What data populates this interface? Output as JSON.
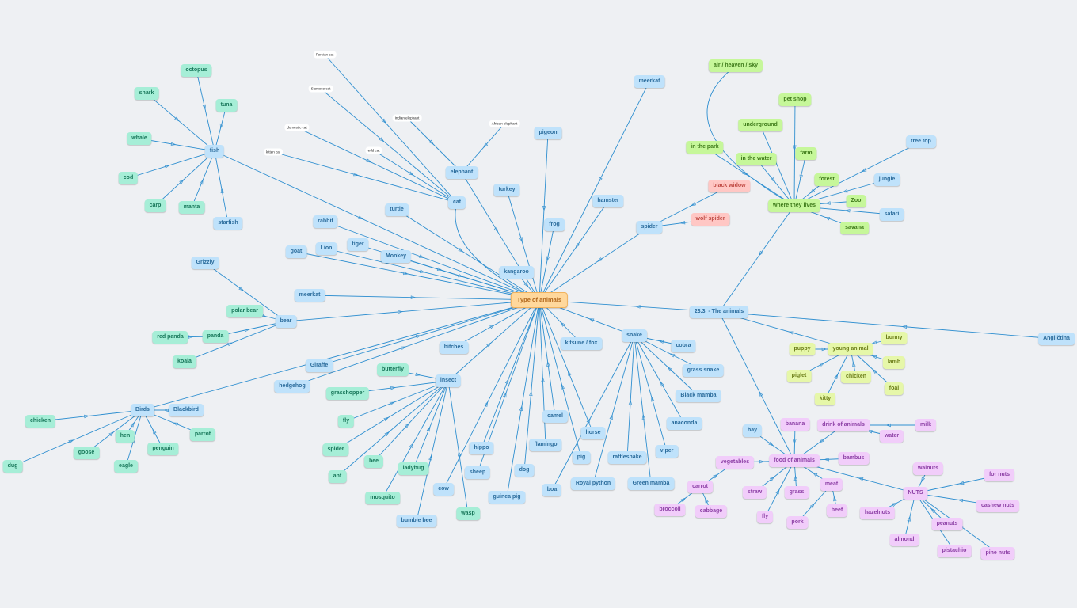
{
  "colors": {
    "line": "#2f8fd0",
    "background": "#eef0f3"
  },
  "nodes": [
    {
      "id": "root",
      "label": "Type of animals",
      "style": "root"
    },
    {
      "id": "topic",
      "label": "23.3. - The animals",
      "style": "blue"
    },
    {
      "id": "angl",
      "label": "Angličtina",
      "style": "blue"
    },
    {
      "id": "fish",
      "label": "fish",
      "style": "blue"
    },
    {
      "id": "octopus",
      "label": "octopus",
      "style": "teal"
    },
    {
      "id": "shark",
      "label": "shark",
      "style": "teal"
    },
    {
      "id": "tuna",
      "label": "tuna",
      "style": "teal"
    },
    {
      "id": "whale",
      "label": "whale",
      "style": "teal"
    },
    {
      "id": "cod",
      "label": "cod",
      "style": "teal"
    },
    {
      "id": "carp",
      "label": "carp",
      "style": "teal"
    },
    {
      "id": "manta",
      "label": "manta",
      "style": "teal"
    },
    {
      "id": "starfish",
      "label": "starfish",
      "style": "blue"
    },
    {
      "id": "cat",
      "label": "cat",
      "style": "blue"
    },
    {
      "id": "persian",
      "label": "Persian cat",
      "style": "white"
    },
    {
      "id": "siamese",
      "label": "Siamese cat",
      "style": "white"
    },
    {
      "id": "domestic",
      "label": "domestic cat",
      "style": "white"
    },
    {
      "id": "kitten",
      "label": "kitten cat",
      "style": "white"
    },
    {
      "id": "wildcat",
      "label": "wild cat",
      "style": "white"
    },
    {
      "id": "elephant",
      "label": "elephant",
      "style": "blue"
    },
    {
      "id": "indian",
      "label": "Indian elephant",
      "style": "white"
    },
    {
      "id": "african",
      "label": "African elephant",
      "style": "white"
    },
    {
      "id": "meerkat1",
      "label": "meerkat",
      "style": "blue"
    },
    {
      "id": "pigeon",
      "label": "pigeon",
      "style": "blue"
    },
    {
      "id": "turkey",
      "label": "turkey",
      "style": "blue"
    },
    {
      "id": "hamster",
      "label": "hamster",
      "style": "blue"
    },
    {
      "id": "turtle",
      "label": "turtle",
      "style": "blue"
    },
    {
      "id": "frog",
      "label": "frog",
      "style": "blue"
    },
    {
      "id": "rabbit",
      "label": "rabbit",
      "style": "blue"
    },
    {
      "id": "tiger",
      "label": "tiger",
      "style": "blue"
    },
    {
      "id": "lion",
      "label": "Lion",
      "style": "blue"
    },
    {
      "id": "goat",
      "label": "goat",
      "style": "blue"
    },
    {
      "id": "monkey",
      "label": "Monkey",
      "style": "blue"
    },
    {
      "id": "kangaroo",
      "label": "kangaroo",
      "style": "blue"
    },
    {
      "id": "meerkat2",
      "label": "meerkat",
      "style": "blue"
    },
    {
      "id": "spider1",
      "label": "spider",
      "style": "blue"
    },
    {
      "id": "blackwidow",
      "label": "black widow",
      "style": "red"
    },
    {
      "id": "wolfspider",
      "label": "wolf spider",
      "style": "red"
    },
    {
      "id": "bear",
      "label": "bear",
      "style": "blue"
    },
    {
      "id": "grizzly",
      "label": "Grizzly",
      "style": "blue"
    },
    {
      "id": "polarbear",
      "label": "polar bear",
      "style": "teal"
    },
    {
      "id": "panda",
      "label": "panda",
      "style": "teal"
    },
    {
      "id": "redpanda",
      "label": "red panda",
      "style": "teal"
    },
    {
      "id": "koala",
      "label": "koala",
      "style": "teal"
    },
    {
      "id": "bitches",
      "label": "bitches",
      "style": "blue"
    },
    {
      "id": "giraffe",
      "label": "Giraffe",
      "style": "blue"
    },
    {
      "id": "hedgehog",
      "label": "hedgehog",
      "style": "blue"
    },
    {
      "id": "kitsune",
      "label": "kitsune / fox",
      "style": "blue"
    },
    {
      "id": "snake",
      "label": "snake",
      "style": "blue"
    },
    {
      "id": "cobra",
      "label": "cobra",
      "style": "blue"
    },
    {
      "id": "grasssnake",
      "label": "grass snake",
      "style": "blue"
    },
    {
      "id": "blackmamba",
      "label": "Black mamba",
      "style": "blue"
    },
    {
      "id": "anaconda",
      "label": "anaconda",
      "style": "blue"
    },
    {
      "id": "viper",
      "label": "viper",
      "style": "blue"
    },
    {
      "id": "greenmamba",
      "label": "Green mamba",
      "style": "blue"
    },
    {
      "id": "rattlesnake",
      "label": "rattlesnake",
      "style": "blue"
    },
    {
      "id": "python",
      "label": "Royal python",
      "style": "blue"
    },
    {
      "id": "boa",
      "label": "boa",
      "style": "blue"
    },
    {
      "id": "insect",
      "label": "insect",
      "style": "blue"
    },
    {
      "id": "butterfly",
      "label": "butterfly",
      "style": "teal"
    },
    {
      "id": "grasshopper",
      "label": "grasshopper",
      "style": "teal"
    },
    {
      "id": "fly1",
      "label": "fly",
      "style": "teal"
    },
    {
      "id": "spider2",
      "label": "spider",
      "style": "teal"
    },
    {
      "id": "bee",
      "label": "bee",
      "style": "teal"
    },
    {
      "id": "ant",
      "label": "ant",
      "style": "teal"
    },
    {
      "id": "ladybug",
      "label": "ladybug",
      "style": "teal"
    },
    {
      "id": "mosquito",
      "label": "mosquito",
      "style": "teal"
    },
    {
      "id": "bumblebee",
      "label": "bumble bee",
      "style": "blue"
    },
    {
      "id": "wasp",
      "label": "wasp",
      "style": "teal"
    },
    {
      "id": "camel",
      "label": "camel",
      "style": "blue"
    },
    {
      "id": "horse",
      "label": "horse",
      "style": "blue"
    },
    {
      "id": "flamingo",
      "label": "flamingo",
      "style": "blue"
    },
    {
      "id": "pig",
      "label": "pig",
      "style": "blue"
    },
    {
      "id": "hippo",
      "label": "hippo",
      "style": "blue"
    },
    {
      "id": "sheep",
      "label": "sheep",
      "style": "blue"
    },
    {
      "id": "dog",
      "label": "dog",
      "style": "blue"
    },
    {
      "id": "cow",
      "label": "cow",
      "style": "blue"
    },
    {
      "id": "guineapig",
      "label": "guinea pig",
      "style": "blue"
    },
    {
      "id": "birds",
      "label": "Birds",
      "style": "blue"
    },
    {
      "id": "blackbird",
      "label": "Blackbird",
      "style": "blue"
    },
    {
      "id": "chicken1",
      "label": "chicken",
      "style": "teal"
    },
    {
      "id": "hen",
      "label": "hen",
      "style": "teal"
    },
    {
      "id": "parrot",
      "label": "parrot",
      "style": "teal"
    },
    {
      "id": "goose",
      "label": "goose",
      "style": "teal"
    },
    {
      "id": "penguin",
      "label": "penguin",
      "style": "teal"
    },
    {
      "id": "dug",
      "label": "dug",
      "style": "teal"
    },
    {
      "id": "eagle",
      "label": "eagle",
      "style": "teal"
    },
    {
      "id": "where",
      "label": "where they lives",
      "style": "green"
    },
    {
      "id": "air",
      "label": "air / heaven / sky",
      "style": "green"
    },
    {
      "id": "petshop",
      "label": "pet shop",
      "style": "green"
    },
    {
      "id": "underground",
      "label": "underground",
      "style": "green"
    },
    {
      "id": "inthepark",
      "label": "in the park",
      "style": "green"
    },
    {
      "id": "farm",
      "label": "farm",
      "style": "green"
    },
    {
      "id": "inthewater",
      "label": "in the water",
      "style": "green"
    },
    {
      "id": "treetop",
      "label": "tree top",
      "style": "blue"
    },
    {
      "id": "forest",
      "label": "forest",
      "style": "green"
    },
    {
      "id": "jungle",
      "label": "jungle",
      "style": "blue"
    },
    {
      "id": "zoo",
      "label": "Zoo",
      "style": "green"
    },
    {
      "id": "safari",
      "label": "safari",
      "style": "blue"
    },
    {
      "id": "savana",
      "label": "savana",
      "style": "green"
    },
    {
      "id": "young",
      "label": "young animal",
      "style": "lime"
    },
    {
      "id": "puppy",
      "label": "puppy",
      "style": "lime"
    },
    {
      "id": "bunny",
      "label": "bunny",
      "style": "lime"
    },
    {
      "id": "lamb",
      "label": "lamb",
      "style": "lime"
    },
    {
      "id": "piglet",
      "label": "piglet",
      "style": "lime"
    },
    {
      "id": "chicken2",
      "label": "chicken",
      "style": "lime"
    },
    {
      "id": "foal",
      "label": "foal",
      "style": "lime"
    },
    {
      "id": "kitty",
      "label": "kitty",
      "style": "lime"
    },
    {
      "id": "food",
      "label": "food of animals",
      "style": "pink"
    },
    {
      "id": "hay",
      "label": "hay",
      "style": "blue"
    },
    {
      "id": "banana",
      "label": "banana",
      "style": "pink"
    },
    {
      "id": "drink",
      "label": "drink of animals",
      "style": "pink"
    },
    {
      "id": "milk",
      "label": "milk",
      "style": "pink"
    },
    {
      "id": "water",
      "label": "water",
      "style": "pink"
    },
    {
      "id": "vegetables",
      "label": "vegetables",
      "style": "pink"
    },
    {
      "id": "bambus",
      "label": "bambus",
      "style": "pink"
    },
    {
      "id": "carrot",
      "label": "carrot",
      "style": "pink"
    },
    {
      "id": "straw",
      "label": "straw",
      "style": "pink"
    },
    {
      "id": "grass",
      "label": "grass",
      "style": "pink"
    },
    {
      "id": "meat",
      "label": "meat",
      "style": "pink"
    },
    {
      "id": "fly2",
      "label": "fly",
      "style": "pink"
    },
    {
      "id": "pork",
      "label": "pork",
      "style": "pink"
    },
    {
      "id": "beef",
      "label": "beef",
      "style": "pink"
    },
    {
      "id": "broccoli",
      "label": "broccoli",
      "style": "pink"
    },
    {
      "id": "cabbage",
      "label": "cabbage",
      "style": "pink"
    },
    {
      "id": "nuts",
      "label": "NUTS",
      "style": "pink"
    },
    {
      "id": "walnuts",
      "label": "walnuts",
      "style": "pink"
    },
    {
      "id": "fornuts",
      "label": "for nuts",
      "style": "pink"
    },
    {
      "id": "cashew",
      "label": "cashew nuts",
      "style": "pink"
    },
    {
      "id": "hazelnuts",
      "label": "hazelnuts",
      "style": "pink"
    },
    {
      "id": "peanuts",
      "label": "peanuts",
      "style": "pink"
    },
    {
      "id": "almond",
      "label": "almond",
      "style": "pink"
    },
    {
      "id": "pistachio",
      "label": "pistachio",
      "style": "pink"
    },
    {
      "id": "pinenuts",
      "label": "pine nuts",
      "style": "pink"
    }
  ],
  "edges": [
    [
      "root",
      "topic"
    ],
    [
      "topic",
      "angl"
    ],
    [
      "root",
      "fish"
    ],
    [
      "fish",
      "octopus"
    ],
    [
      "fish",
      "shark"
    ],
    [
      "fish",
      "tuna"
    ],
    [
      "fish",
      "whale"
    ],
    [
      "fish",
      "cod"
    ],
    [
      "fish",
      "carp"
    ],
    [
      "fish",
      "manta"
    ],
    [
      "fish",
      "starfish"
    ],
    [
      "root",
      "cat"
    ],
    [
      "cat",
      "persian"
    ],
    [
      "cat",
      "siamese"
    ],
    [
      "cat",
      "domestic"
    ],
    [
      "cat",
      "kitten"
    ],
    [
      "cat",
      "wildcat"
    ],
    [
      "root",
      "elephant"
    ],
    [
      "elephant",
      "indian"
    ],
    [
      "elephant",
      "african"
    ],
    [
      "root",
      "meerkat1"
    ],
    [
      "root",
      "pigeon"
    ],
    [
      "root",
      "turkey"
    ],
    [
      "root",
      "hamster"
    ],
    [
      "root",
      "turtle"
    ],
    [
      "root",
      "frog"
    ],
    [
      "root",
      "rabbit"
    ],
    [
      "root",
      "tiger"
    ],
    [
      "root",
      "lion"
    ],
    [
      "root",
      "goat"
    ],
    [
      "root",
      "monkey"
    ],
    [
      "root",
      "kangaroo"
    ],
    [
      "root",
      "meerkat2"
    ],
    [
      "root",
      "spider1"
    ],
    [
      "spider1",
      "blackwidow"
    ],
    [
      "spider1",
      "wolfspider"
    ],
    [
      "root",
      "bear"
    ],
    [
      "bear",
      "grizzly"
    ],
    [
      "bear",
      "polarbear"
    ],
    [
      "bear",
      "panda"
    ],
    [
      "panda",
      "redpanda"
    ],
    [
      "bear",
      "koala"
    ],
    [
      "root",
      "bitches"
    ],
    [
      "root",
      "giraffe"
    ],
    [
      "root",
      "hedgehog"
    ],
    [
      "root",
      "kitsune"
    ],
    [
      "root",
      "snake"
    ],
    [
      "snake",
      "cobra"
    ],
    [
      "snake",
      "grasssnake"
    ],
    [
      "snake",
      "blackmamba"
    ],
    [
      "snake",
      "anaconda"
    ],
    [
      "snake",
      "viper"
    ],
    [
      "snake",
      "greenmamba"
    ],
    [
      "snake",
      "rattlesnake"
    ],
    [
      "snake",
      "python"
    ],
    [
      "snake",
      "boa"
    ],
    [
      "root",
      "insect"
    ],
    [
      "insect",
      "butterfly"
    ],
    [
      "insect",
      "grasshopper"
    ],
    [
      "insect",
      "fly1"
    ],
    [
      "insect",
      "spider2"
    ],
    [
      "insect",
      "bee"
    ],
    [
      "insect",
      "ant"
    ],
    [
      "insect",
      "ladybug"
    ],
    [
      "insect",
      "mosquito"
    ],
    [
      "insect",
      "bumblebee"
    ],
    [
      "insect",
      "wasp"
    ],
    [
      "root",
      "camel"
    ],
    [
      "root",
      "horse"
    ],
    [
      "root",
      "flamingo"
    ],
    [
      "root",
      "pig"
    ],
    [
      "root",
      "hippo"
    ],
    [
      "root",
      "sheep"
    ],
    [
      "root",
      "dog"
    ],
    [
      "root",
      "cow"
    ],
    [
      "root",
      "guineapig"
    ],
    [
      "root",
      "birds"
    ],
    [
      "birds",
      "blackbird"
    ],
    [
      "birds",
      "chicken1"
    ],
    [
      "birds",
      "hen"
    ],
    [
      "birds",
      "parrot"
    ],
    [
      "birds",
      "goose"
    ],
    [
      "birds",
      "penguin"
    ],
    [
      "birds",
      "dug"
    ],
    [
      "birds",
      "eagle"
    ],
    [
      "topic",
      "where"
    ],
    [
      "where",
      "air"
    ],
    [
      "where",
      "petshop"
    ],
    [
      "where",
      "underground"
    ],
    [
      "where",
      "inthepark"
    ],
    [
      "where",
      "farm"
    ],
    [
      "where",
      "inthewater"
    ],
    [
      "where",
      "treetop"
    ],
    [
      "where",
      "forest"
    ],
    [
      "where",
      "jungle"
    ],
    [
      "where",
      "zoo"
    ],
    [
      "where",
      "safari"
    ],
    [
      "where",
      "savana"
    ],
    [
      "topic",
      "young"
    ],
    [
      "young",
      "puppy"
    ],
    [
      "young",
      "bunny"
    ],
    [
      "young",
      "lamb"
    ],
    [
      "young",
      "piglet"
    ],
    [
      "young",
      "chicken2"
    ],
    [
      "young",
      "foal"
    ],
    [
      "young",
      "kitty"
    ],
    [
      "topic",
      "food"
    ],
    [
      "food",
      "hay"
    ],
    [
      "food",
      "banana"
    ],
    [
      "food",
      "drink"
    ],
    [
      "drink",
      "milk"
    ],
    [
      "drink",
      "water"
    ],
    [
      "food",
      "vegetables"
    ],
    [
      "food",
      "bambus"
    ],
    [
      "vegetables",
      "carrot"
    ],
    [
      "food",
      "straw"
    ],
    [
      "food",
      "grass"
    ],
    [
      "food",
      "meat"
    ],
    [
      "food",
      "fly2"
    ],
    [
      "meat",
      "pork"
    ],
    [
      "meat",
      "beef"
    ],
    [
      "carrot",
      "broccoli"
    ],
    [
      "carrot",
      "cabbage"
    ],
    [
      "food",
      "nuts"
    ],
    [
      "nuts",
      "walnuts"
    ],
    [
      "nuts",
      "fornuts"
    ],
    [
      "nuts",
      "cashew"
    ],
    [
      "nuts",
      "hazelnuts"
    ],
    [
      "nuts",
      "peanuts"
    ],
    [
      "nuts",
      "almond"
    ],
    [
      "nuts",
      "pistachio"
    ],
    [
      "nuts",
      "pinenuts"
    ]
  ]
}
